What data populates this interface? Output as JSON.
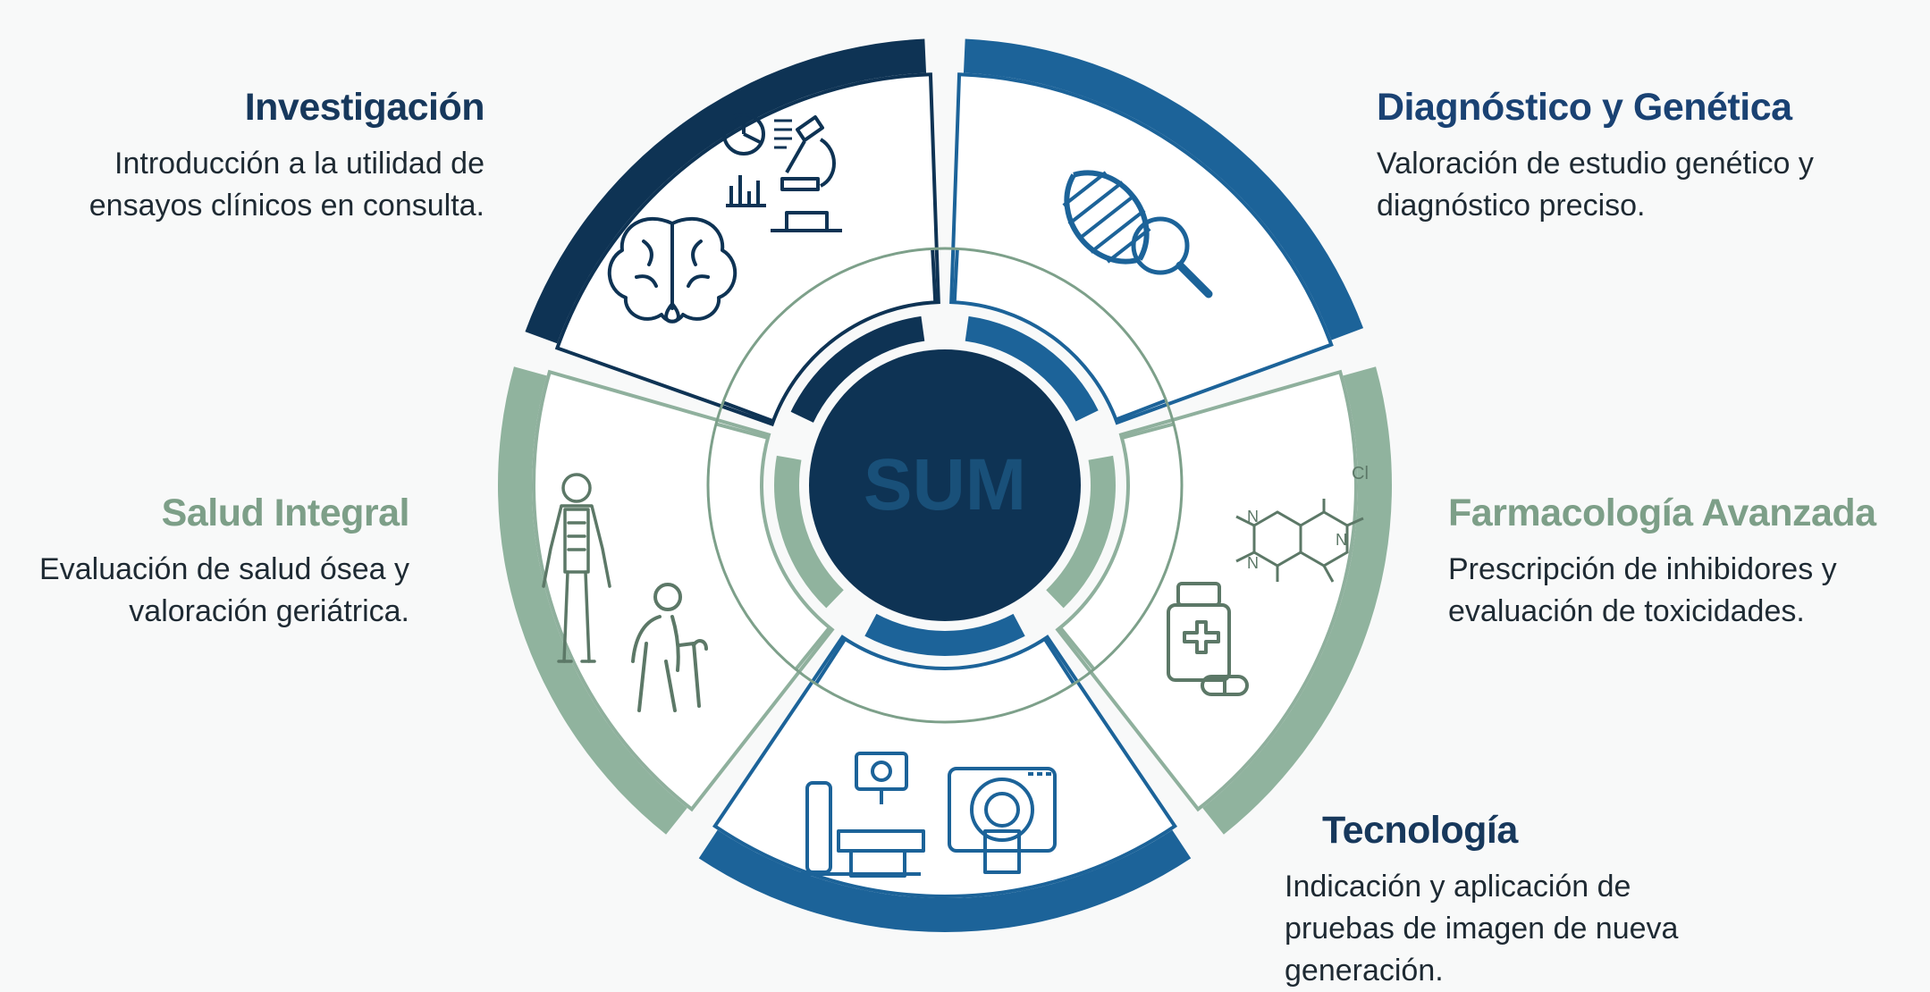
{
  "center": {
    "logo_text": "SUM"
  },
  "colors": {
    "navy": "#0e3354",
    "blue": "#1c6399",
    "green": "#90b39e",
    "line_green": "#8fb09d",
    "background": "#f8f9f9"
  },
  "segments": [
    {
      "id": "investigacion",
      "title": "Investigación",
      "description": "Introducción a la utilidad de ensayos clínicos en consulta.",
      "icons": [
        "brain-icon",
        "microscope-icon",
        "pie-chart-icon",
        "bar-chart-icon"
      ]
    },
    {
      "id": "diagnostico",
      "title": "Diagnóstico y Genética",
      "description": "Valoración de estudio genético y diagnóstico preciso.",
      "icons": [
        "dna-icon",
        "magnifier-icon"
      ]
    },
    {
      "id": "farmacologia",
      "title": "Farmacología Avanzada",
      "description": "Prescripción de inhibidores y evaluación de toxicidades.",
      "icons": [
        "molecule-icon",
        "medicine-bottle-icon",
        "pill-icon"
      ]
    },
    {
      "id": "tecnologia",
      "title": "Tecnología",
      "description": "Indicación y aplicación de pruebas de imagen de nueva generación.",
      "icons": [
        "imaging-machine-icon",
        "mri-scanner-icon"
      ]
    },
    {
      "id": "salud",
      "title": "Salud Integral",
      "description": "Evaluación de salud ósea y valoración geriátrica.",
      "icons": [
        "skeleton-icon",
        "elderly-person-icon"
      ]
    }
  ]
}
